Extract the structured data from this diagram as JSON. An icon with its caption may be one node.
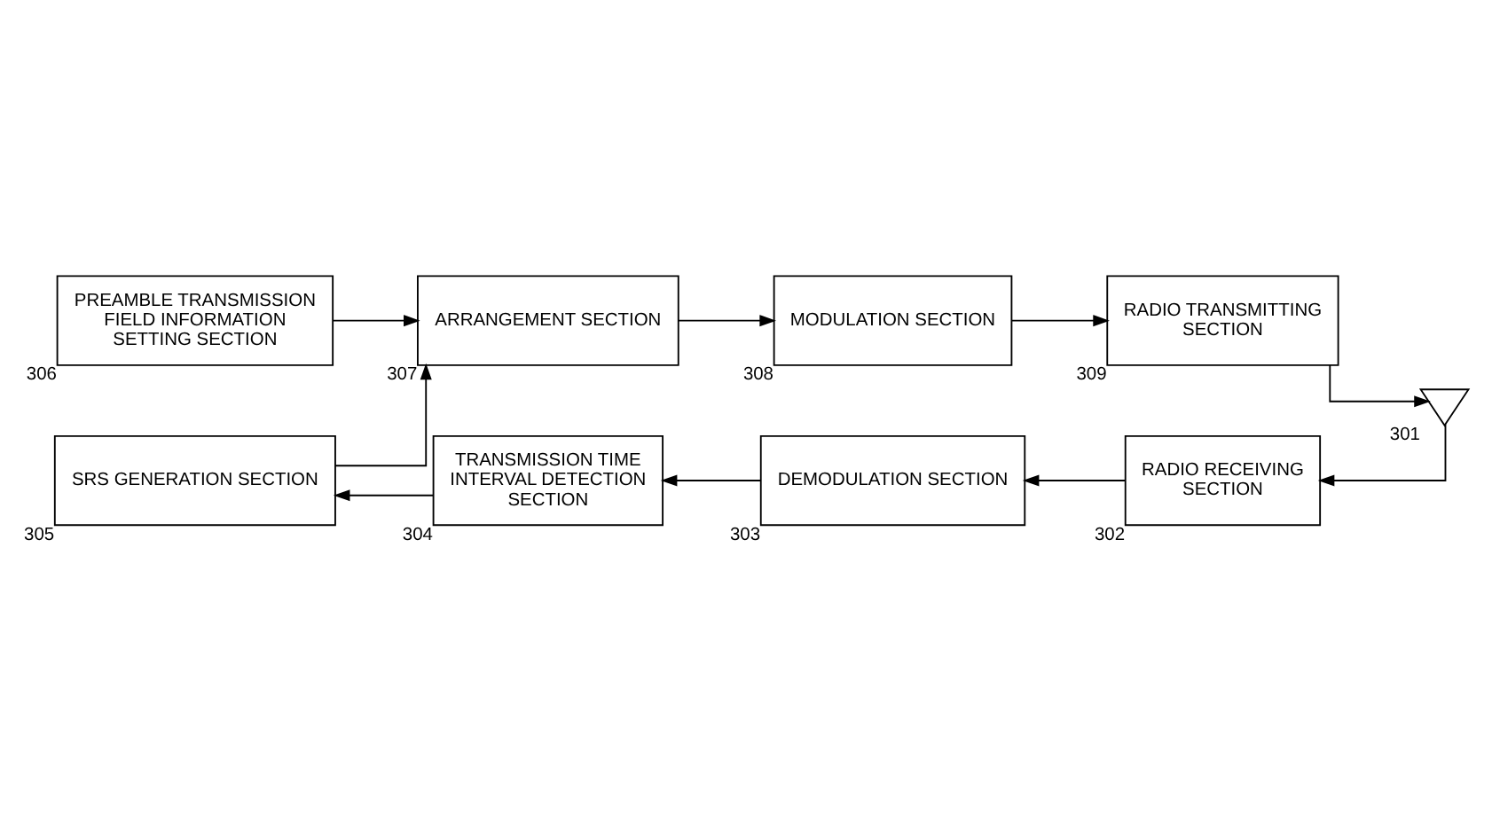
{
  "diagram": {
    "nodes": [
      {
        "text": [
          "PREAMBLE TRANSMISSION FIELD INFORMATION SETTING SECTION"
        ],
        "beside": [
          "306"
        ]
      },
      {
        "text": [
          "SRS GENERATION SECTION"
        ],
        "beside": [
          "305"
        ]
      },
      {
        "text": [
          "ARRANGEMENT SECTION"
        ],
        "beside": [
          "307"
        ]
      },
      {
        "text": [
          "MODULATION SECTION"
        ],
        "beside": [
          "308"
        ]
      },
      {
        "text": [
          "RADIO TRANSMITTING SECTION"
        ],
        "beside": [
          "309"
        ]
      },
      {
        "text": [],
        "shape": "antenna",
        "beside": [
          "301"
        ]
      },
      {
        "text": [
          "TRANSMISSION TIME INTERVAL DETECTION SECTION"
        ],
        "beside": [
          "304"
        ]
      },
      {
        "text": [
          "DEMODULATION SECTION"
        ],
        "beside": [
          "303"
        ]
      },
      {
        "text": [
          "RADIO RECEIVING SECTION"
        ],
        "beside": [
          "302"
        ]
      }
    ],
    "edges": [
      {
        "from": 0,
        "to": 2,
        "arrow": "to"
      },
      {
        "from": 1,
        "to": 2,
        "arrow": "to"
      },
      {
        "from": 2,
        "to": 3,
        "arrow": "to"
      },
      {
        "from": 3,
        "to": 4,
        "arrow": "to"
      },
      {
        "from": 4,
        "to": 5,
        "arrow": "to"
      },
      {
        "from": 5,
        "to": 8,
        "arrow": "to"
      },
      {
        "from": 8,
        "to": 7,
        "arrow": "to"
      },
      {
        "from": 7,
        "to": 6,
        "arrow": "to"
      },
      {
        "from": 6,
        "to": 1,
        "arrow": "to"
      }
    ]
  }
}
